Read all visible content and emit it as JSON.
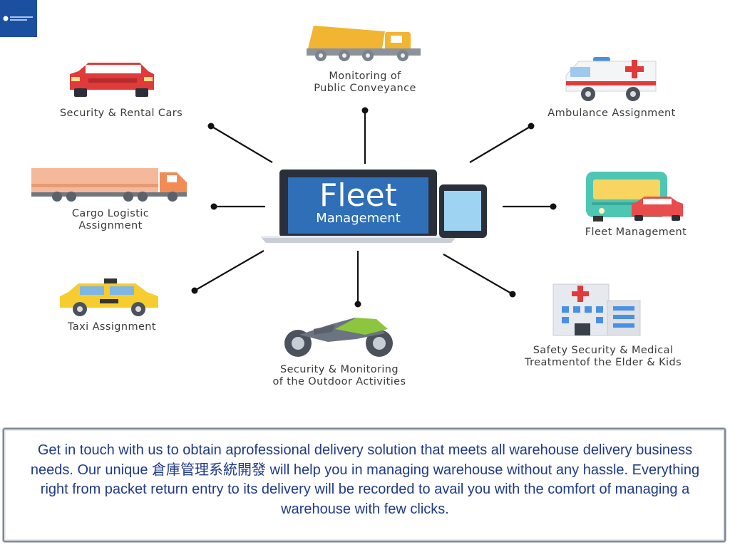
{
  "diagram": {
    "center": {
      "screen_line1": "Fleet",
      "screen_line2": "Management"
    },
    "nodes": [
      {
        "id": "public-conveyance",
        "lines": [
          "Monitoring of",
          "Public Conveyance"
        ]
      },
      {
        "id": "rental-cars",
        "lines": [
          "Security & Rental Cars"
        ]
      },
      {
        "id": "ambulance",
        "lines": [
          "Ambulance Assignment"
        ]
      },
      {
        "id": "cargo",
        "lines": [
          "Cargo Logistic",
          "Assignment"
        ]
      },
      {
        "id": "fleet",
        "lines": [
          "Fleet Management"
        ]
      },
      {
        "id": "taxi",
        "lines": [
          "Taxi Assignment"
        ]
      },
      {
        "id": "outdoor",
        "lines": [
          "Security & Monitoring",
          "of the Outdoor Activities"
        ]
      },
      {
        "id": "medical",
        "lines": [
          "Safety Security & Medical",
          "Treatmentof the Elder & Kids"
        ]
      }
    ],
    "icons": [
      "concrete-mixer-truck-icon",
      "red-car-icon",
      "ambulance-icon",
      "cargo-truck-icon",
      "bus-and-car-icon",
      "taxi-icon",
      "motorcycle-icon",
      "hospital-icon",
      "laptop-icon",
      "smartphone-icon"
    ]
  },
  "footer": {
    "text": "Get in touch with us to obtain aprofessional delivery solution that meets all warehouse delivery business needs. Our unique 倉庫管理系統開發 will help you in managing warehouse without any hassle.  Everything right from packet return entry to its delivery will be recorded to avail you with the comfort of managing a warehouse with few clicks."
  },
  "colors": {
    "logo": "#1b4fa0",
    "screen": "#2e6fb8",
    "connector": "#111111",
    "label_text": "#3a3a3a",
    "footer_text": "#1f3a8a"
  }
}
